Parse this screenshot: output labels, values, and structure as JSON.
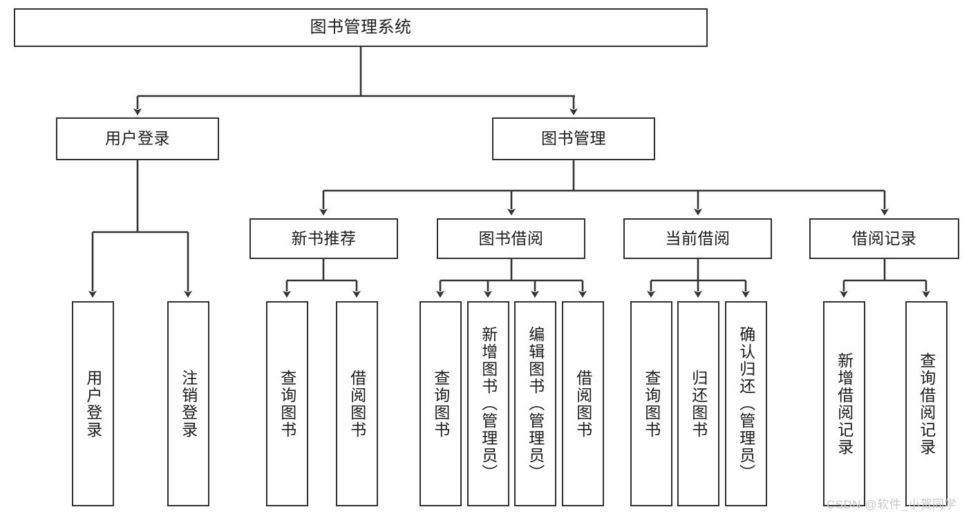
{
  "diagram": {
    "type": "tree-hierarchy",
    "title": "图书管理系统",
    "watermark": "CSDN @软件_小贺同学",
    "colors": {
      "box_border": "#2f2f2f",
      "box_fill": "#ffffff",
      "connector": "#333333",
      "text": "#1b1b1b",
      "watermark": "#c9c9c9"
    },
    "levels": [
      {
        "level": 1,
        "nodes": [
          {
            "id": "root",
            "label": "图书管理系统",
            "orientation": "horizontal"
          }
        ]
      },
      {
        "level": 2,
        "nodes": [
          {
            "id": "user-login",
            "label": "用户登录",
            "orientation": "horizontal",
            "parent": "root"
          },
          {
            "id": "book-manage",
            "label": "图书管理",
            "orientation": "horizontal",
            "parent": "root"
          }
        ]
      },
      {
        "level": 3,
        "nodes": [
          {
            "id": "new-book-rec",
            "label": "新书推荐",
            "orientation": "horizontal",
            "parent": "book-manage"
          },
          {
            "id": "book-borrow",
            "label": "图书借阅",
            "orientation": "horizontal",
            "parent": "book-manage"
          },
          {
            "id": "current-borrow",
            "label": "当前借阅",
            "orientation": "horizontal",
            "parent": "book-manage"
          },
          {
            "id": "borrow-record",
            "label": "借阅记录",
            "orientation": "horizontal",
            "parent": "book-manage"
          }
        ]
      },
      {
        "level": 4,
        "nodes": [
          {
            "id": "leaf-1",
            "label": "用户登录",
            "orientation": "vertical",
            "parent": "user-login"
          },
          {
            "id": "leaf-2",
            "label": "注销登录",
            "orientation": "vertical",
            "parent": "user-login"
          },
          {
            "id": "leaf-3",
            "label": "查询图书",
            "orientation": "vertical",
            "parent": "new-book-rec"
          },
          {
            "id": "leaf-4",
            "label": "借阅图书",
            "orientation": "vertical",
            "parent": "new-book-rec"
          },
          {
            "id": "leaf-5",
            "label": "查询图书",
            "orientation": "vertical",
            "parent": "book-borrow"
          },
          {
            "id": "leaf-6",
            "label": "新增图书（管理员）",
            "orientation": "vertical",
            "parent": "book-borrow"
          },
          {
            "id": "leaf-7",
            "label": "编辑图书（管理员）",
            "orientation": "vertical",
            "parent": "book-borrow"
          },
          {
            "id": "leaf-8",
            "label": "借阅图书",
            "orientation": "vertical",
            "parent": "book-borrow"
          },
          {
            "id": "leaf-9",
            "label": "查询图书",
            "orientation": "vertical",
            "parent": "current-borrow"
          },
          {
            "id": "leaf-10",
            "label": "归还图书",
            "orientation": "vertical",
            "parent": "current-borrow"
          },
          {
            "id": "leaf-11",
            "label": "确认归还（管理员）",
            "orientation": "vertical",
            "parent": "current-borrow"
          },
          {
            "id": "leaf-12",
            "label": "新增借阅记录",
            "orientation": "vertical",
            "parent": "borrow-record"
          },
          {
            "id": "leaf-13",
            "label": "查询借阅记录",
            "orientation": "vertical",
            "parent": "borrow-record"
          }
        ]
      }
    ]
  }
}
